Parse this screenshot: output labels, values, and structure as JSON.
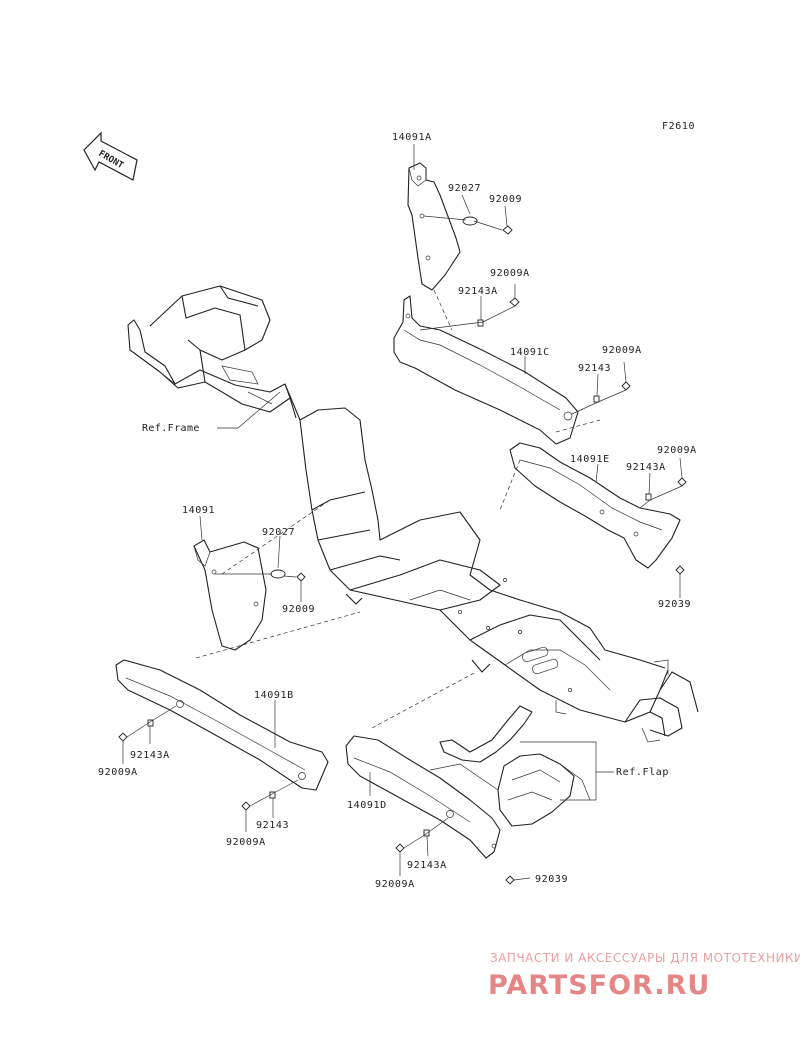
{
  "diagram_code": "F2610",
  "front_marker": "FRONT",
  "labels": {
    "p14091A": "14091A",
    "p92027_top": "92027",
    "p92009_top": "92009",
    "p92009A_1": "92009A",
    "p92143A_1": "92143A",
    "p14091C": "14091C",
    "p92009A_2": "92009A",
    "p92143_1": "92143",
    "ref_frame": "Ref.Frame",
    "p92009A_3": "92009A",
    "p14091E": "14091E",
    "p92143A_2": "92143A",
    "p14091": "14091",
    "p92027_mid": "92027",
    "p92009_mid": "92009",
    "p92039_1": "92039",
    "p14091B": "14091B",
    "p92143A_3": "92143A",
    "p92009A_4": "92009A",
    "p92143_2": "92143",
    "p92009A_5": "92009A",
    "ref_flap": "Ref.Flap",
    "p14091D": "14091D",
    "p92143A_4": "92143A",
    "p92009A_6": "92009A",
    "p92039_2": "92039"
  },
  "watermark": {
    "line1": "ЗАПЧАСТИ И АКСЕССУАРЫ ДЛЯ МОТОТЕХНИКИ",
    "line2": "PARTSFOR.RU"
  }
}
